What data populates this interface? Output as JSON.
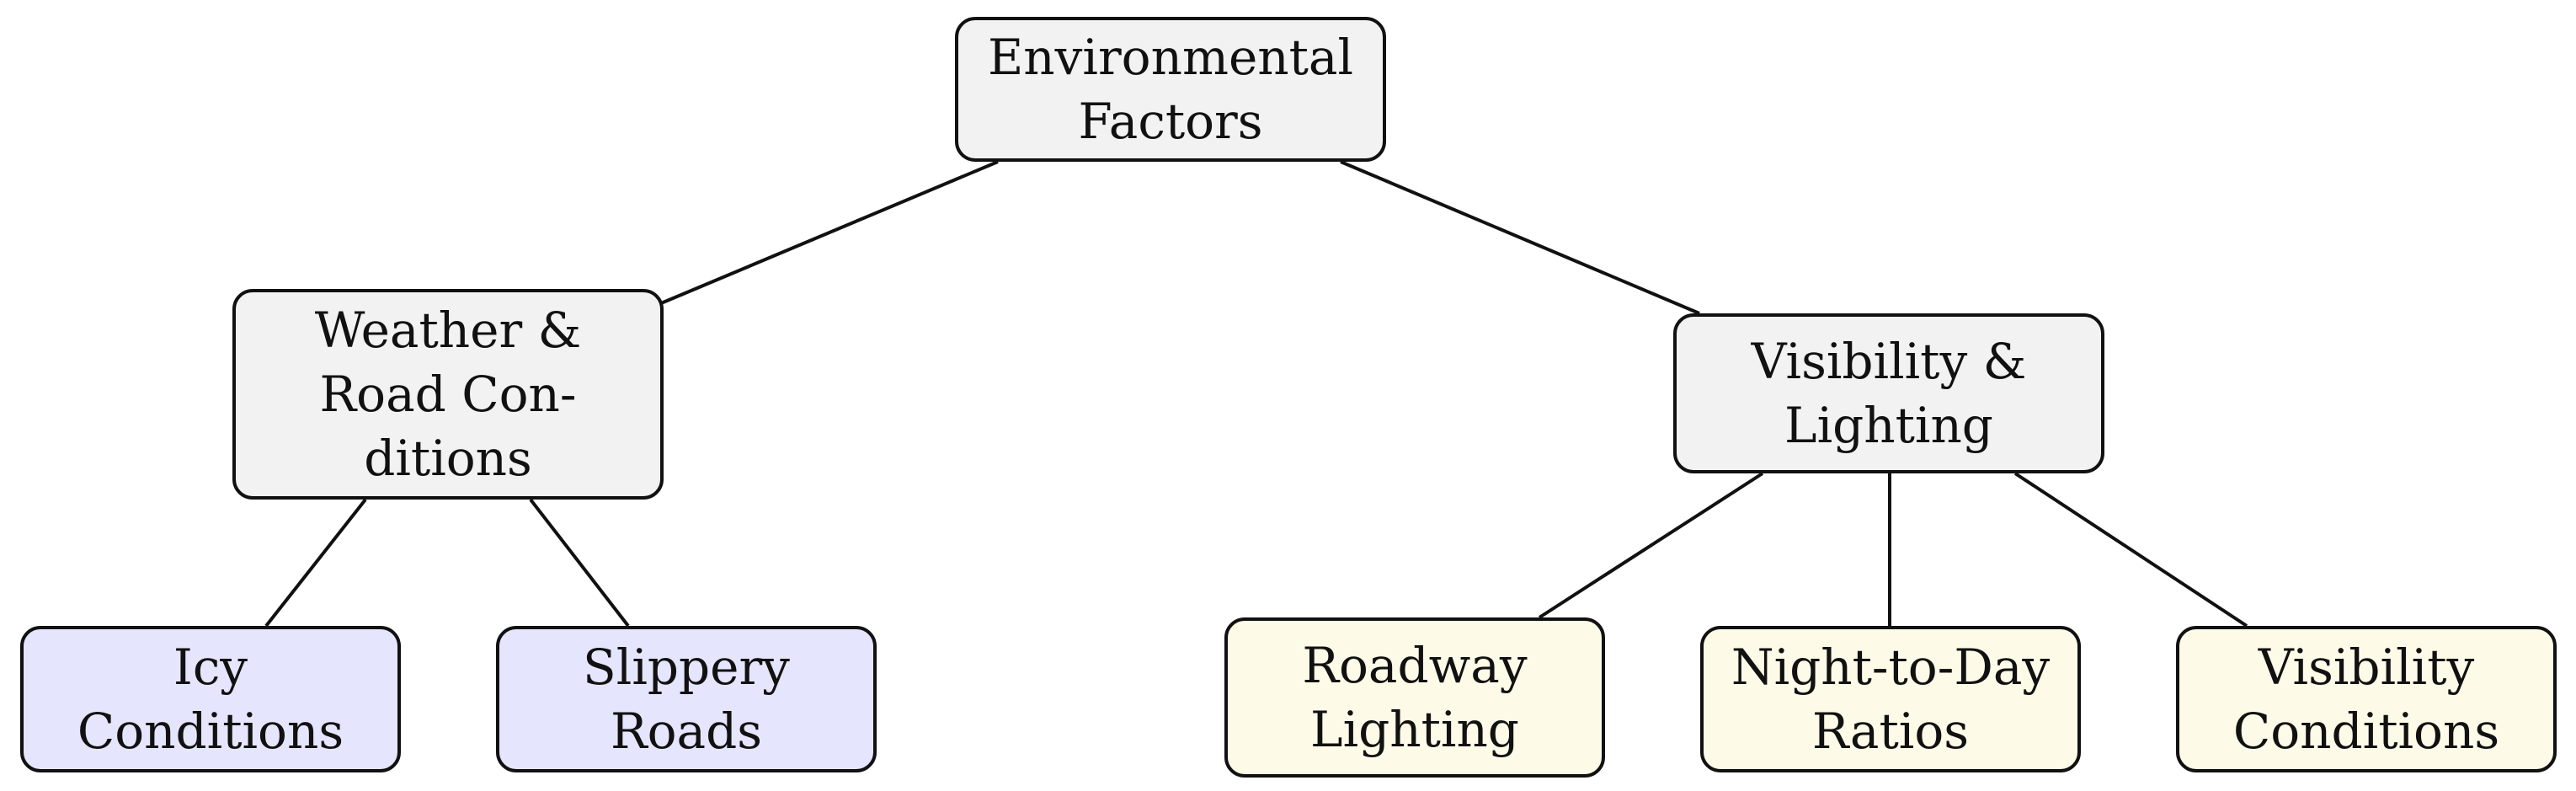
{
  "diagram": {
    "root": {
      "label": "Environmental\nFactors"
    },
    "branches": [
      {
        "label": "Weather &\nRoad Con-\nditions",
        "children": [
          {
            "label": "Icy\nConditions"
          },
          {
            "label": "Slippery\nRoads"
          }
        ]
      },
      {
        "label": "Visibility &\nLighting",
        "children": [
          {
            "label": "Roadway\nLighting"
          },
          {
            "label": "Night-to-Day\nRatios"
          },
          {
            "label": "Visibility\nConditions"
          }
        ]
      }
    ]
  },
  "colors": {
    "category_fill": "#f2f2f2",
    "weather_leaf_fill": "#e5e5fd",
    "visibility_leaf_fill": "#fdfbe8",
    "border": "#111111",
    "edge": "#111111"
  }
}
